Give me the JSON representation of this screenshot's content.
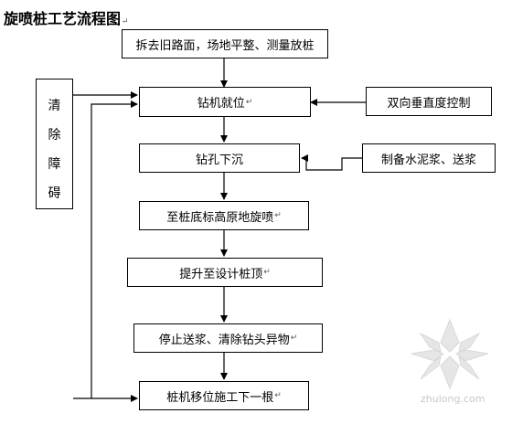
{
  "title": "旋喷桩工艺流程图",
  "paragraph_mark": "↵",
  "steps": [
    "拆去旧路面，场地平整、测量放桩",
    "钻机就位",
    "钻孔下沉",
    "至桩底标高原地旋喷",
    "提升至设计桩顶",
    "停止送浆、清除钻头异物",
    "桩机移位施工下一根"
  ],
  "side_inputs": [
    "双向垂直度控制",
    "制备水泥浆、送浆"
  ],
  "left_box_chars": [
    "清",
    "除",
    "障",
    "碍"
  ],
  "watermark_text": "zhulong.com"
}
